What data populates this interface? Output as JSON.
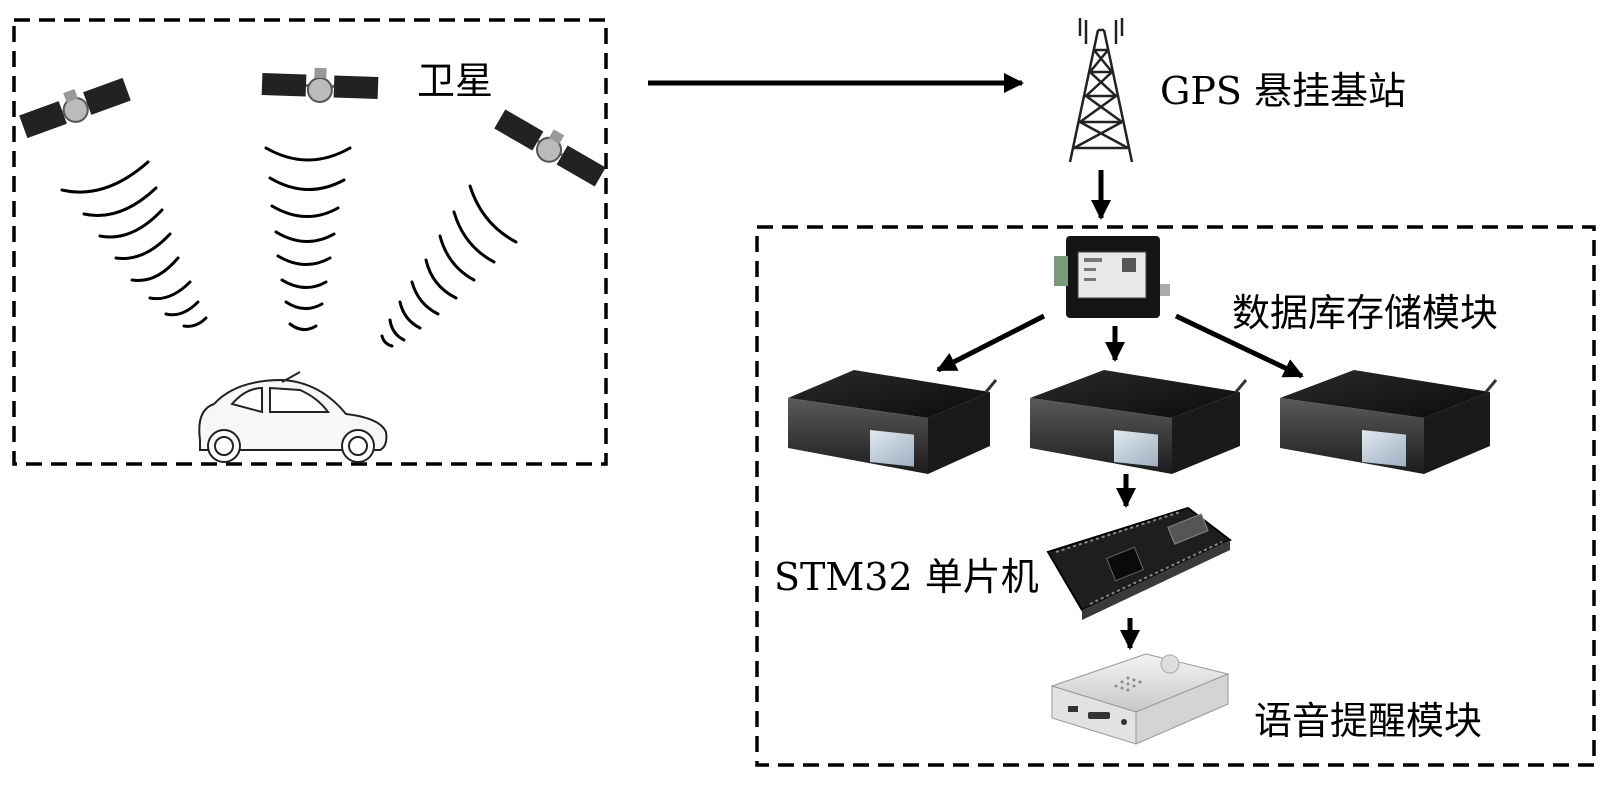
{
  "labels": {
    "satellite": "卫星",
    "gps_base_station": "GPS 悬挂基站",
    "database_storage_module": "数据库存储模块",
    "stm32_mcu": "STM32 单片机",
    "voice_reminder_module": "语音提醒模块"
  }
}
